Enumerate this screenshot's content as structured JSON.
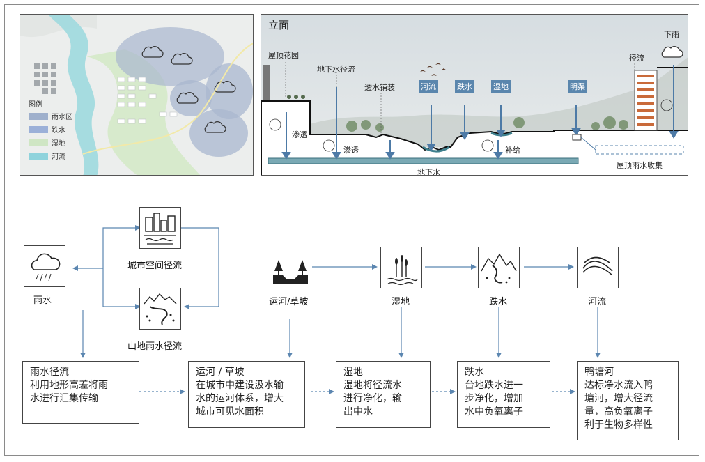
{
  "map_panel": {
    "legend_title": "图例",
    "legend_items": [
      {
        "label": "雨水区",
        "color": "#9fb0cc"
      },
      {
        "label": "跌水",
        "color": "#9bb0d8"
      },
      {
        "label": "湿地",
        "color": "#cfe6c4"
      },
      {
        "label": "河流",
        "color": "#8fd3dc"
      }
    ]
  },
  "section_panel": {
    "title": "立面",
    "labels": {
      "roof_garden": "屋顶花园",
      "groundwater_runoff": "地下水径流",
      "permeable_paving": "透水铺装",
      "river": "河流",
      "drop_water": "跌水",
      "wetland": "湿地",
      "open_channel": "明渠",
      "runoff": "径流",
      "rain": "下雨",
      "infiltrate_1": "渗透",
      "infiltrate_2": "渗透",
      "recharge": "补给",
      "roof_rain_collect": "屋顶雨水收集",
      "groundwater": "地下水"
    }
  },
  "flow": {
    "nodes": {
      "rain": "雨水",
      "urban_runoff": "城市空间径流",
      "mountain_runoff": "山地雨水径流",
      "canal": "运河/草坡",
      "wetland": "湿地",
      "drop": "跌水",
      "river": "河流"
    },
    "boxes": [
      {
        "lines": [
          "雨水径流",
          "利用地形高差将雨",
          "水进行汇集传输"
        ]
      },
      {
        "lines": [
          "运河 / 草坡",
          "在城市中建设汲水输",
          "水的运河体系，增大",
          "城市可见水面积"
        ]
      },
      {
        "lines": [
          "湿地",
          "湿地将径流水",
          "进行净化，输",
          "出中水"
        ]
      },
      {
        "lines": [
          "跌水",
          "台地跌水进一",
          "步净化，增加",
          "水中负氧离子"
        ]
      },
      {
        "lines": [
          "鸭塘河",
          "达标净水流入鸭",
          "塘河，增大径流",
          "量，高负氧离子",
          "利于生物多样性"
        ]
      }
    ]
  }
}
